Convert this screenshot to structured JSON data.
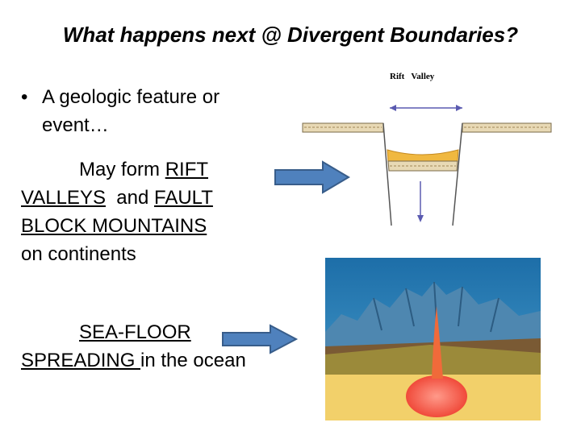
{
  "slide": {
    "title": "What happens next @ Divergent Boundaries?",
    "bullet": "A geologic feature or event…",
    "line2_a": "May form ",
    "line2_rift": "RIFT",
    "line2_valleys": "VALLEYS",
    "line2_and": "  and ",
    "line2_fault": "FAULT",
    "line2_block": "BLOCK MOUNTAINS",
    "line2_end": "on continents",
    "line3_seafloor": "SEA-FLOOR",
    "line3_spreading": "SPREADING ",
    "line3_end": "in the ocean"
  },
  "diagram": {
    "label": "Rift   Valley"
  },
  "colors": {
    "arrow": "#4f81bd",
    "arrow_outline": "#385d8a",
    "sediment": "#f0b840",
    "ocean": "#2f7fb0"
  }
}
